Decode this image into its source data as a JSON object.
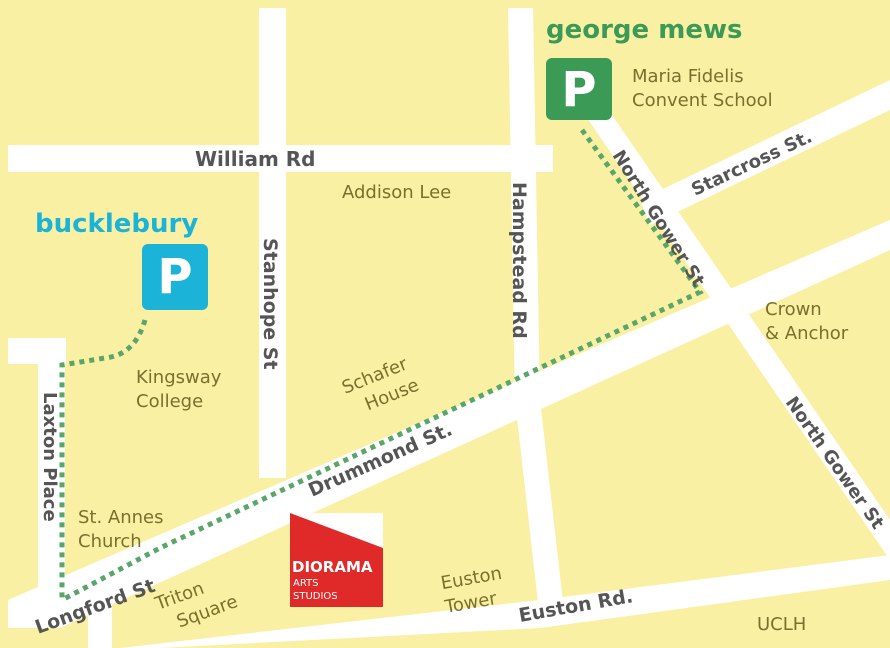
{
  "colors": {
    "land": "#faf0a4",
    "road": "#ffffff",
    "route": "#5aa56a",
    "road_label": "#555555",
    "place_label": "#7a6f2c",
    "bucklebury": "#1bb3d8",
    "george_mews": "#3a9a56",
    "diorama_red": "#e02a2a"
  },
  "parking": {
    "george_mews": {
      "title": "george mews",
      "sign": "P"
    },
    "bucklebury": {
      "title": "bucklebury",
      "sign": "P"
    }
  },
  "roads": {
    "william": "William Rd",
    "stanhope": "Stanhope St",
    "hampstead": "Hampstead Rd",
    "north_gower_top": "North Gower St",
    "north_gower_bottom": "North Gower St",
    "starcross": "Starcross St.",
    "drummond": "Drummond St.",
    "laxton": "Laxton Place",
    "longford": "Longford St",
    "euston": "Euston Rd."
  },
  "places": {
    "maria_fidelis": [
      "Maria Fidelis",
      "Convent School"
    ],
    "addison_lee": "Addison Lee",
    "crown_anchor": [
      "Crown",
      "& Anchor"
    ],
    "kingsway": [
      "Kingsway",
      "College"
    ],
    "schafer": [
      "Schafer",
      "House"
    ],
    "st_annes": [
      "St. Annes",
      "Church"
    ],
    "triton": [
      "Triton",
      "Square"
    ],
    "euston_tower": [
      "Euston",
      "Tower"
    ],
    "uclh": "UCLH"
  },
  "logo": {
    "name": "DIORAMA",
    "line1": "ARTS",
    "line2": "STUDIOS"
  },
  "icons": {
    "parking": "parking-sign-icon"
  }
}
